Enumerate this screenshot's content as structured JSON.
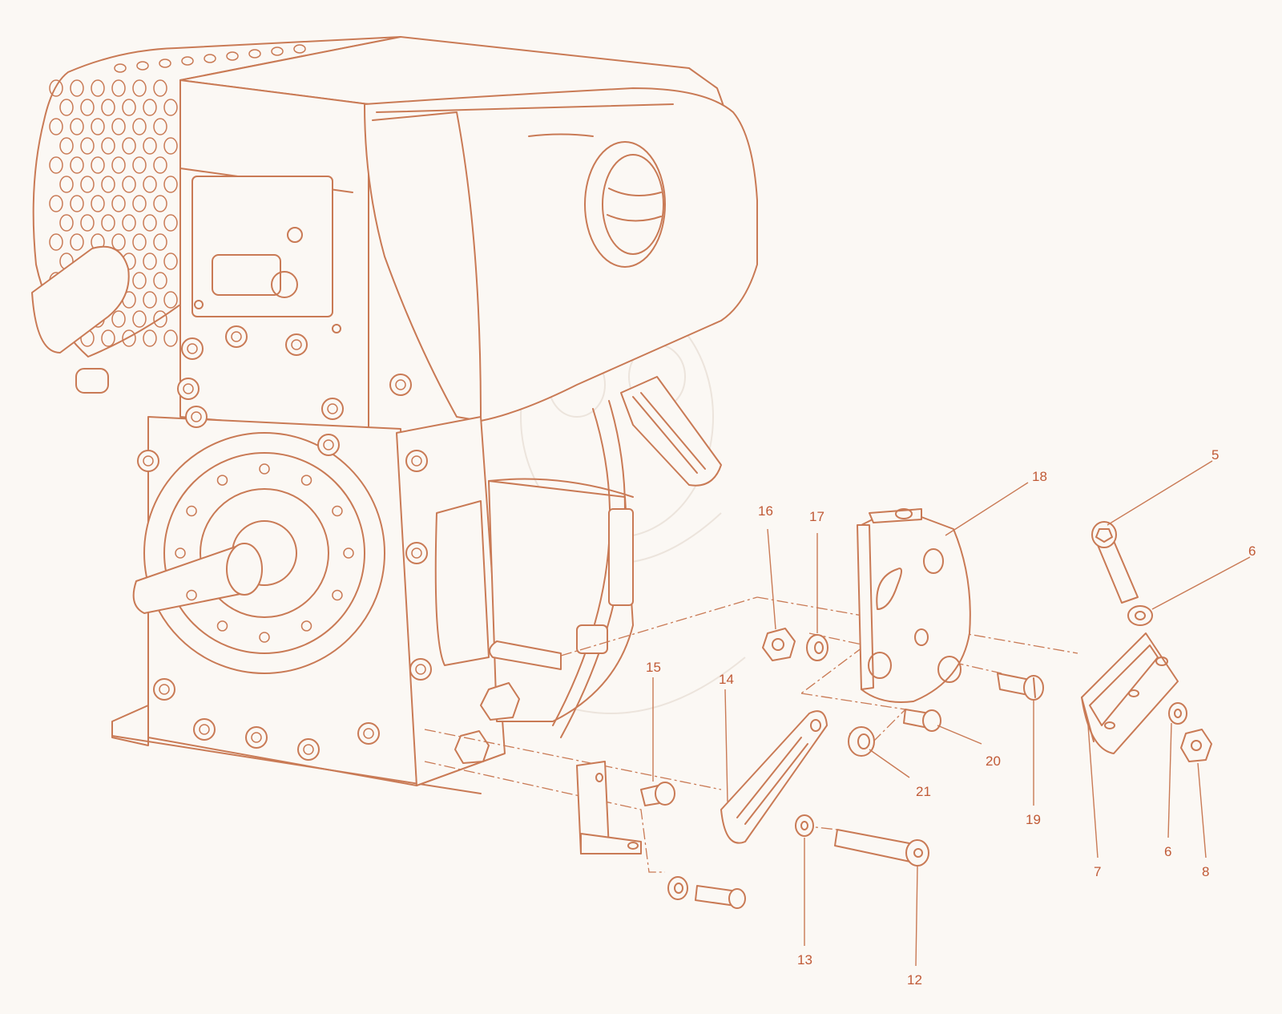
{
  "colors": {
    "line": "#c97a55",
    "label": "#c05a36",
    "background": "#fbf8f4"
  },
  "callouts": [
    {
      "id": "c5",
      "text": "5"
    },
    {
      "id": "c6a",
      "text": "6"
    },
    {
      "id": "c6b",
      "text": "6"
    },
    {
      "id": "c7",
      "text": "7"
    },
    {
      "id": "c8",
      "text": "8"
    },
    {
      "id": "c12",
      "text": "12"
    },
    {
      "id": "c13",
      "text": "13"
    },
    {
      "id": "c14",
      "text": "14"
    },
    {
      "id": "c15",
      "text": "15"
    },
    {
      "id": "c16",
      "text": "16"
    },
    {
      "id": "c17",
      "text": "17"
    },
    {
      "id": "c18",
      "text": "18"
    },
    {
      "id": "c19",
      "text": "19"
    },
    {
      "id": "c20",
      "text": "20"
    },
    {
      "id": "c21",
      "text": "21"
    }
  ]
}
